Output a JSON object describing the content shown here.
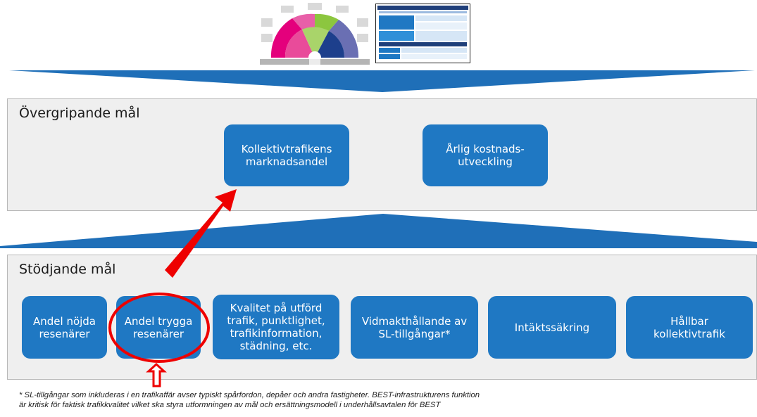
{
  "top_panel": {
    "title": "Övergripande mål",
    "goals": [
      {
        "label": "Kollektivtrafikens\nmarknadsandel"
      },
      {
        "label": "Årlig kostnads-\nutveckling"
      }
    ]
  },
  "bottom_panel": {
    "title": "Stödjande mål",
    "goals": [
      {
        "label": "Andel nöjda\nresenärer"
      },
      {
        "label": "Andel trygga\nresenärer"
      },
      {
        "label": "Kvalitet på utförd\ntrafik, punktlighet,\ntrafikinformation,\nstädning, etc."
      },
      {
        "label": "Vidmakthållande av\nSL-tillgångar*"
      },
      {
        "label": "Intäktssäkring"
      },
      {
        "label": "Hållbar\nkollektivtrafik"
      }
    ]
  },
  "footnote": "* SL-tillgångar som inkluderas i en trafikaffär avser typiskt spårfordon, depåer och andra fastigheter. BEST-infrastrukturens funktion\n  är kritisk för faktisk trafikkvalitet vilket ska styra utformningen av mål och ersättningsmodell i underhållsavtalen för BEST",
  "colors": {
    "goal_box": "#1f78c3",
    "panel_bg": "#efefef",
    "connector": "#1f6fb8",
    "highlight": "#ee0000"
  }
}
